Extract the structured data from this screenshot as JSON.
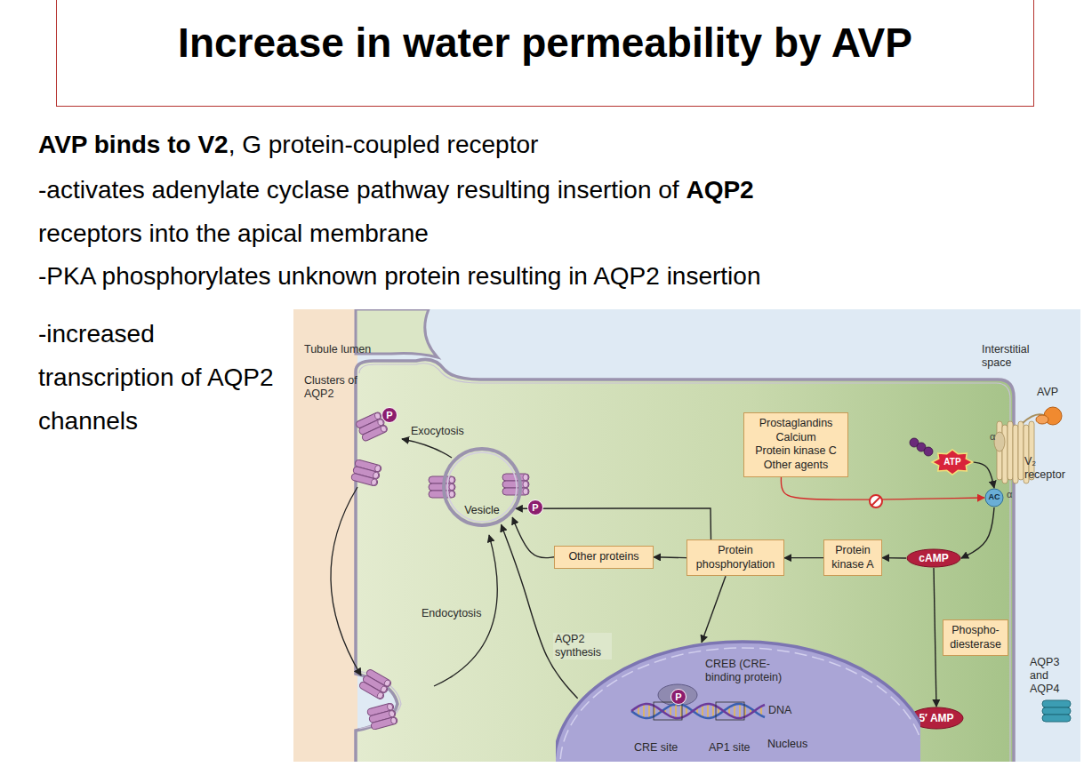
{
  "diagram": {
    "title": "Increase in water permeability by AVP",
    "nodes": [
      {
        "text": [
          "Prostaglandins",
          "Calcium",
          "Protein kinase C",
          "Other agents"
        ]
      },
      {
        "text": [
          "ATP"
        ]
      },
      {
        "text": [
          "AC"
        ]
      },
      {
        "text": [
          "cAMP"
        ]
      },
      {
        "text": [
          "Protein kinase A"
        ]
      },
      {
        "text": [
          "Protein phosphorylation"
        ]
      },
      {
        "text": [
          "Other proteins"
        ]
      },
      {
        "text": [
          "Vesicle"
        ]
      },
      {
        "text": [
          "Phospho- diesterase"
        ]
      },
      {
        "text": [
          "5′ AMP"
        ]
      },
      {
        "text": [
          "Nucleus"
        ]
      }
    ],
    "edges": [
      {
        "from": 0,
        "to": 2,
        "arrow": "to"
      },
      {
        "from": 1,
        "to": 2,
        "arrow": "to"
      },
      {
        "from": 2,
        "to": 3,
        "arrow": "to"
      },
      {
        "from": 3,
        "to": 4,
        "arrow": "to"
      },
      {
        "from": 4,
        "to": 5,
        "arrow": "to"
      },
      {
        "from": 5,
        "to": 6,
        "arrow": "to"
      },
      {
        "from": 6,
        "to": 7,
        "arrow": "to"
      },
      {
        "from": 5,
        "to": 7,
        "arrow": "to"
      },
      {
        "from": 5,
        "to": 10,
        "arrow": "to"
      },
      {
        "from": 10,
        "to": 7,
        "label": "AQP2 synthesis",
        "arrow": "to"
      },
      {
        "from": 3,
        "to": 9,
        "arrow": "to"
      }
    ],
    "labels": [
      "AVP binds to V2",
      ", G protein-coupled receptor",
      "-activates adenylate cyclase pathway resulting insertion of",
      "AQP2",
      "receptors into the apical membrane",
      "-PKA phosphorylates unknown protein resulting in AQP2 insertion",
      "-increased transcription of AQP2 channels",
      "Tubule lumen",
      "Interstitial space",
      "Clusters of AQP2",
      "P",
      "Exocytosis",
      "P",
      "Endocytosis",
      "CREB (CRE-binding protein)",
      "P",
      "DNA",
      "CRE site",
      "AP1 site",
      "AVP",
      "α",
      "V₂ receptor",
      "α",
      "AQP3 and AQP4"
    ]
  }
}
